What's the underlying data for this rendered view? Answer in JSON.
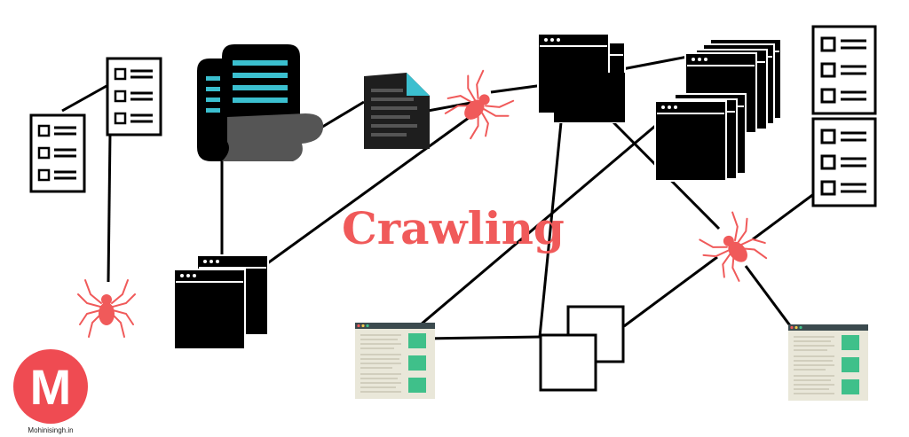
{
  "diagram": {
    "title": "Crawling",
    "colors": {
      "title": "#f05a5a",
      "spider": "#f05a5a",
      "accent_teal": "#3bbfcf",
      "page_green": "#3fc08a",
      "page_bg": "#e9e7d9",
      "ink": "#000000",
      "logo": "#ef4b52"
    },
    "icons": [
      "document-list-icon",
      "document-stack-icon",
      "text-file-icon",
      "browser-window-icon",
      "spider-icon",
      "webpage-icon",
      "square-node-icon"
    ]
  },
  "logo": {
    "letter": "M",
    "caption": "Mohinisingh.in"
  }
}
